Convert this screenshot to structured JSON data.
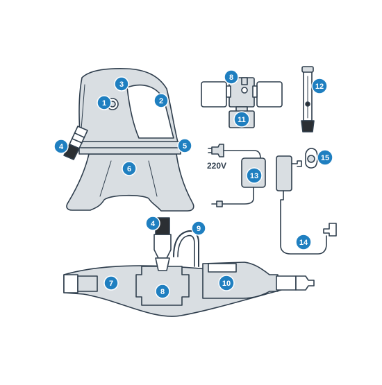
{
  "voltage_label": "220V",
  "colors": {
    "outline": "#2f3e4d",
    "fill": "#d9dee2",
    "badge": "#1f7fc0",
    "badge_text": "#ffffff",
    "dark": "#2b2f33",
    "white": "#ffffff"
  },
  "callouts": [
    "1",
    "2",
    "3",
    "4",
    "5",
    "6",
    "7",
    "8",
    "9",
    "10",
    "11",
    "12",
    "13",
    "14",
    "15",
    "4",
    "8"
  ]
}
